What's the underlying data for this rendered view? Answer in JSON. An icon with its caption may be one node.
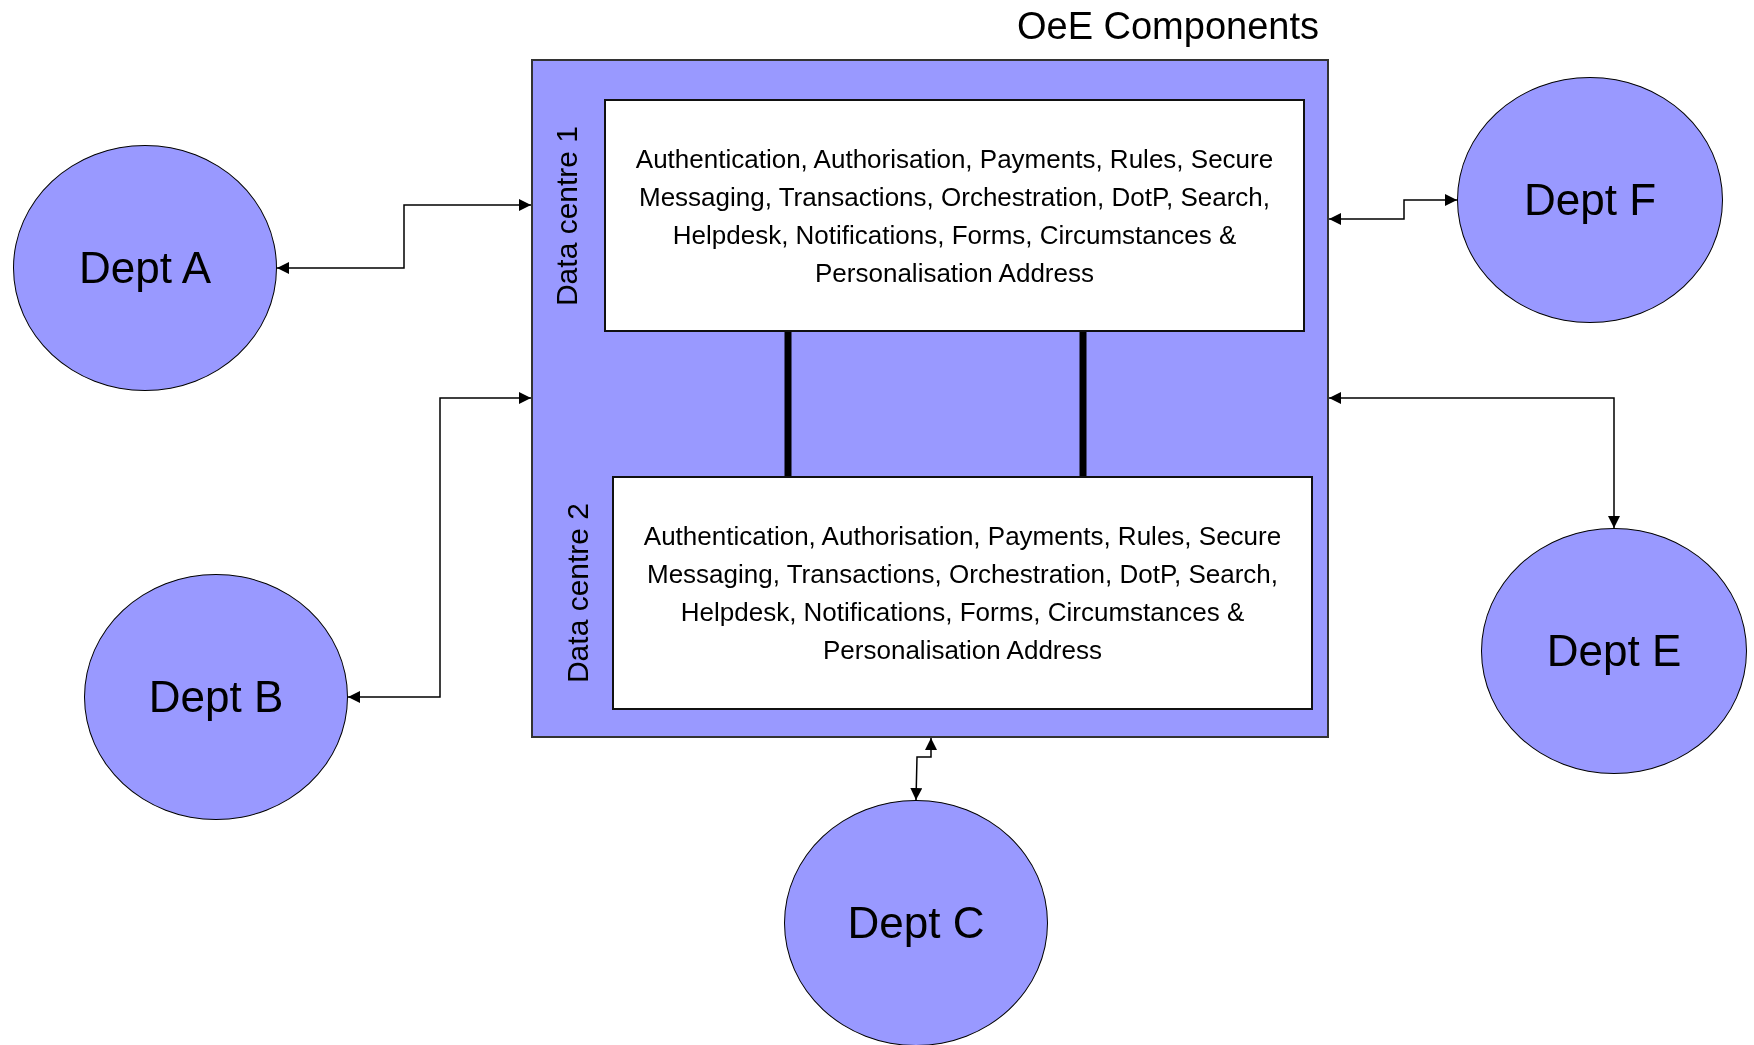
{
  "diagram": {
    "nodes": [
      {
        "text": [
          "OeE Components"
        ]
      },
      {
        "text": [
          "Authentication, Authorisation, Payments, Rules, Secure Messaging, Transactions, Orchestration, DotP, Search, Helpdesk, Notifications, Forms, Circumstances & Personalisation Address"
        ],
        "beside": [
          "Data centre 1"
        ],
        "in": 0
      },
      {
        "text": [
          "Authentication, Authorisation, Payments, Rules, Secure Messaging, Transactions, Orchestration, DotP, Search, Helpdesk, Notifications, Forms, Circumstances & Personalisation Address"
        ],
        "beside": [
          "Data centre 2"
        ],
        "in": 0
      },
      {
        "text": [
          "Dept A"
        ]
      },
      {
        "text": [
          "Dept F"
        ]
      },
      {
        "text": [
          "Dept B"
        ]
      },
      {
        "text": [
          "Dept E"
        ]
      },
      {
        "text": [
          "Dept C"
        ]
      }
    ],
    "edges": [
      {
        "from": 1,
        "to": 2,
        "arrow": "none",
        "style": "thick"
      },
      {
        "from": 1,
        "to": 2,
        "arrow": "none",
        "style": "thick"
      },
      {
        "from": 0,
        "to": 3,
        "arrow": "both"
      },
      {
        "from": 0,
        "to": 4,
        "arrow": "both"
      },
      {
        "from": 0,
        "to": 5,
        "arrow": "both"
      },
      {
        "from": 0,
        "to": 6,
        "arrow": "both"
      },
      {
        "from": 0,
        "to": 7,
        "arrow": "both"
      }
    ]
  }
}
